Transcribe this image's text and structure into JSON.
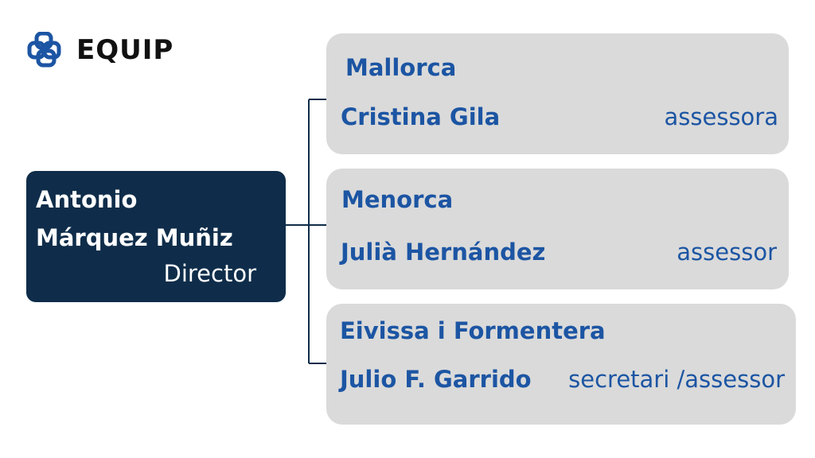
{
  "header": {
    "logo_icon": "overlapping-rounded-squares-icon",
    "title": "EQUIP"
  },
  "director": {
    "name_line1": "Antonio",
    "name_line2": "Márquez Muñiz",
    "role": "Director"
  },
  "teams": [
    {
      "region": "Mallorca",
      "person": "Cristina Gila",
      "role": "assessora"
    },
    {
      "region": "Menorca",
      "person": "Julià Hernández",
      "role": "assessor"
    },
    {
      "region": "Eivissa i Formentera",
      "person": "Julio F. Garrido",
      "role": "secretari /assessor"
    }
  ],
  "colors": {
    "brand_blue": "#1c55a3",
    "director_bg": "#0f2d4a",
    "card_bg": "#dadada",
    "connector": "#0f2d4a"
  }
}
